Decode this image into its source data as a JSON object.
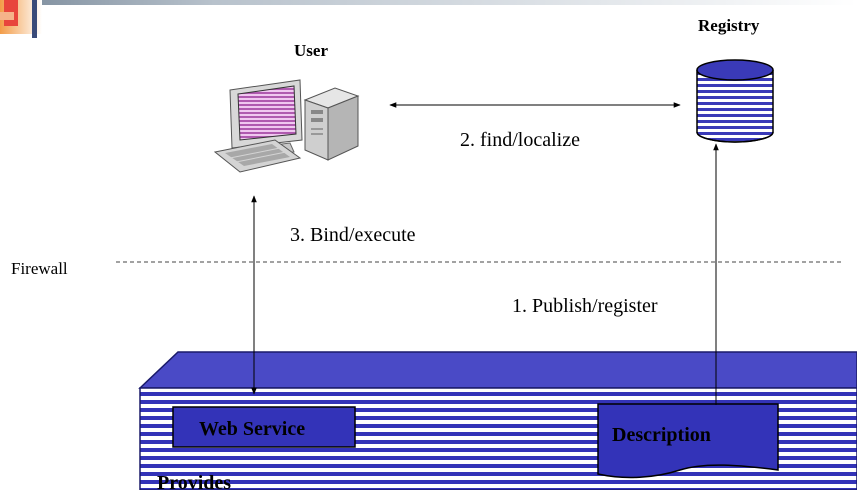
{
  "nodes": {
    "user": {
      "label": "User"
    },
    "registry": {
      "label": "Registry"
    },
    "web_service": {
      "label": "Web Service"
    },
    "description": {
      "label": "Description"
    },
    "provider": {
      "label": "Provides"
    }
  },
  "edges": {
    "find": {
      "label": "2. find/localize"
    },
    "bind": {
      "label": "3. Bind/execute"
    },
    "publish": {
      "label": "1. Publish/register"
    }
  },
  "firewall": {
    "label": "Firewall"
  },
  "colors": {
    "stripe_blue": "#3333b8",
    "dark_blue": "#2a2aa6",
    "top_face": "#4a4ac6",
    "accent_red": "#e8453c",
    "accent_orange": "#f39c47",
    "screen_magenta": "#b05ab0"
  }
}
